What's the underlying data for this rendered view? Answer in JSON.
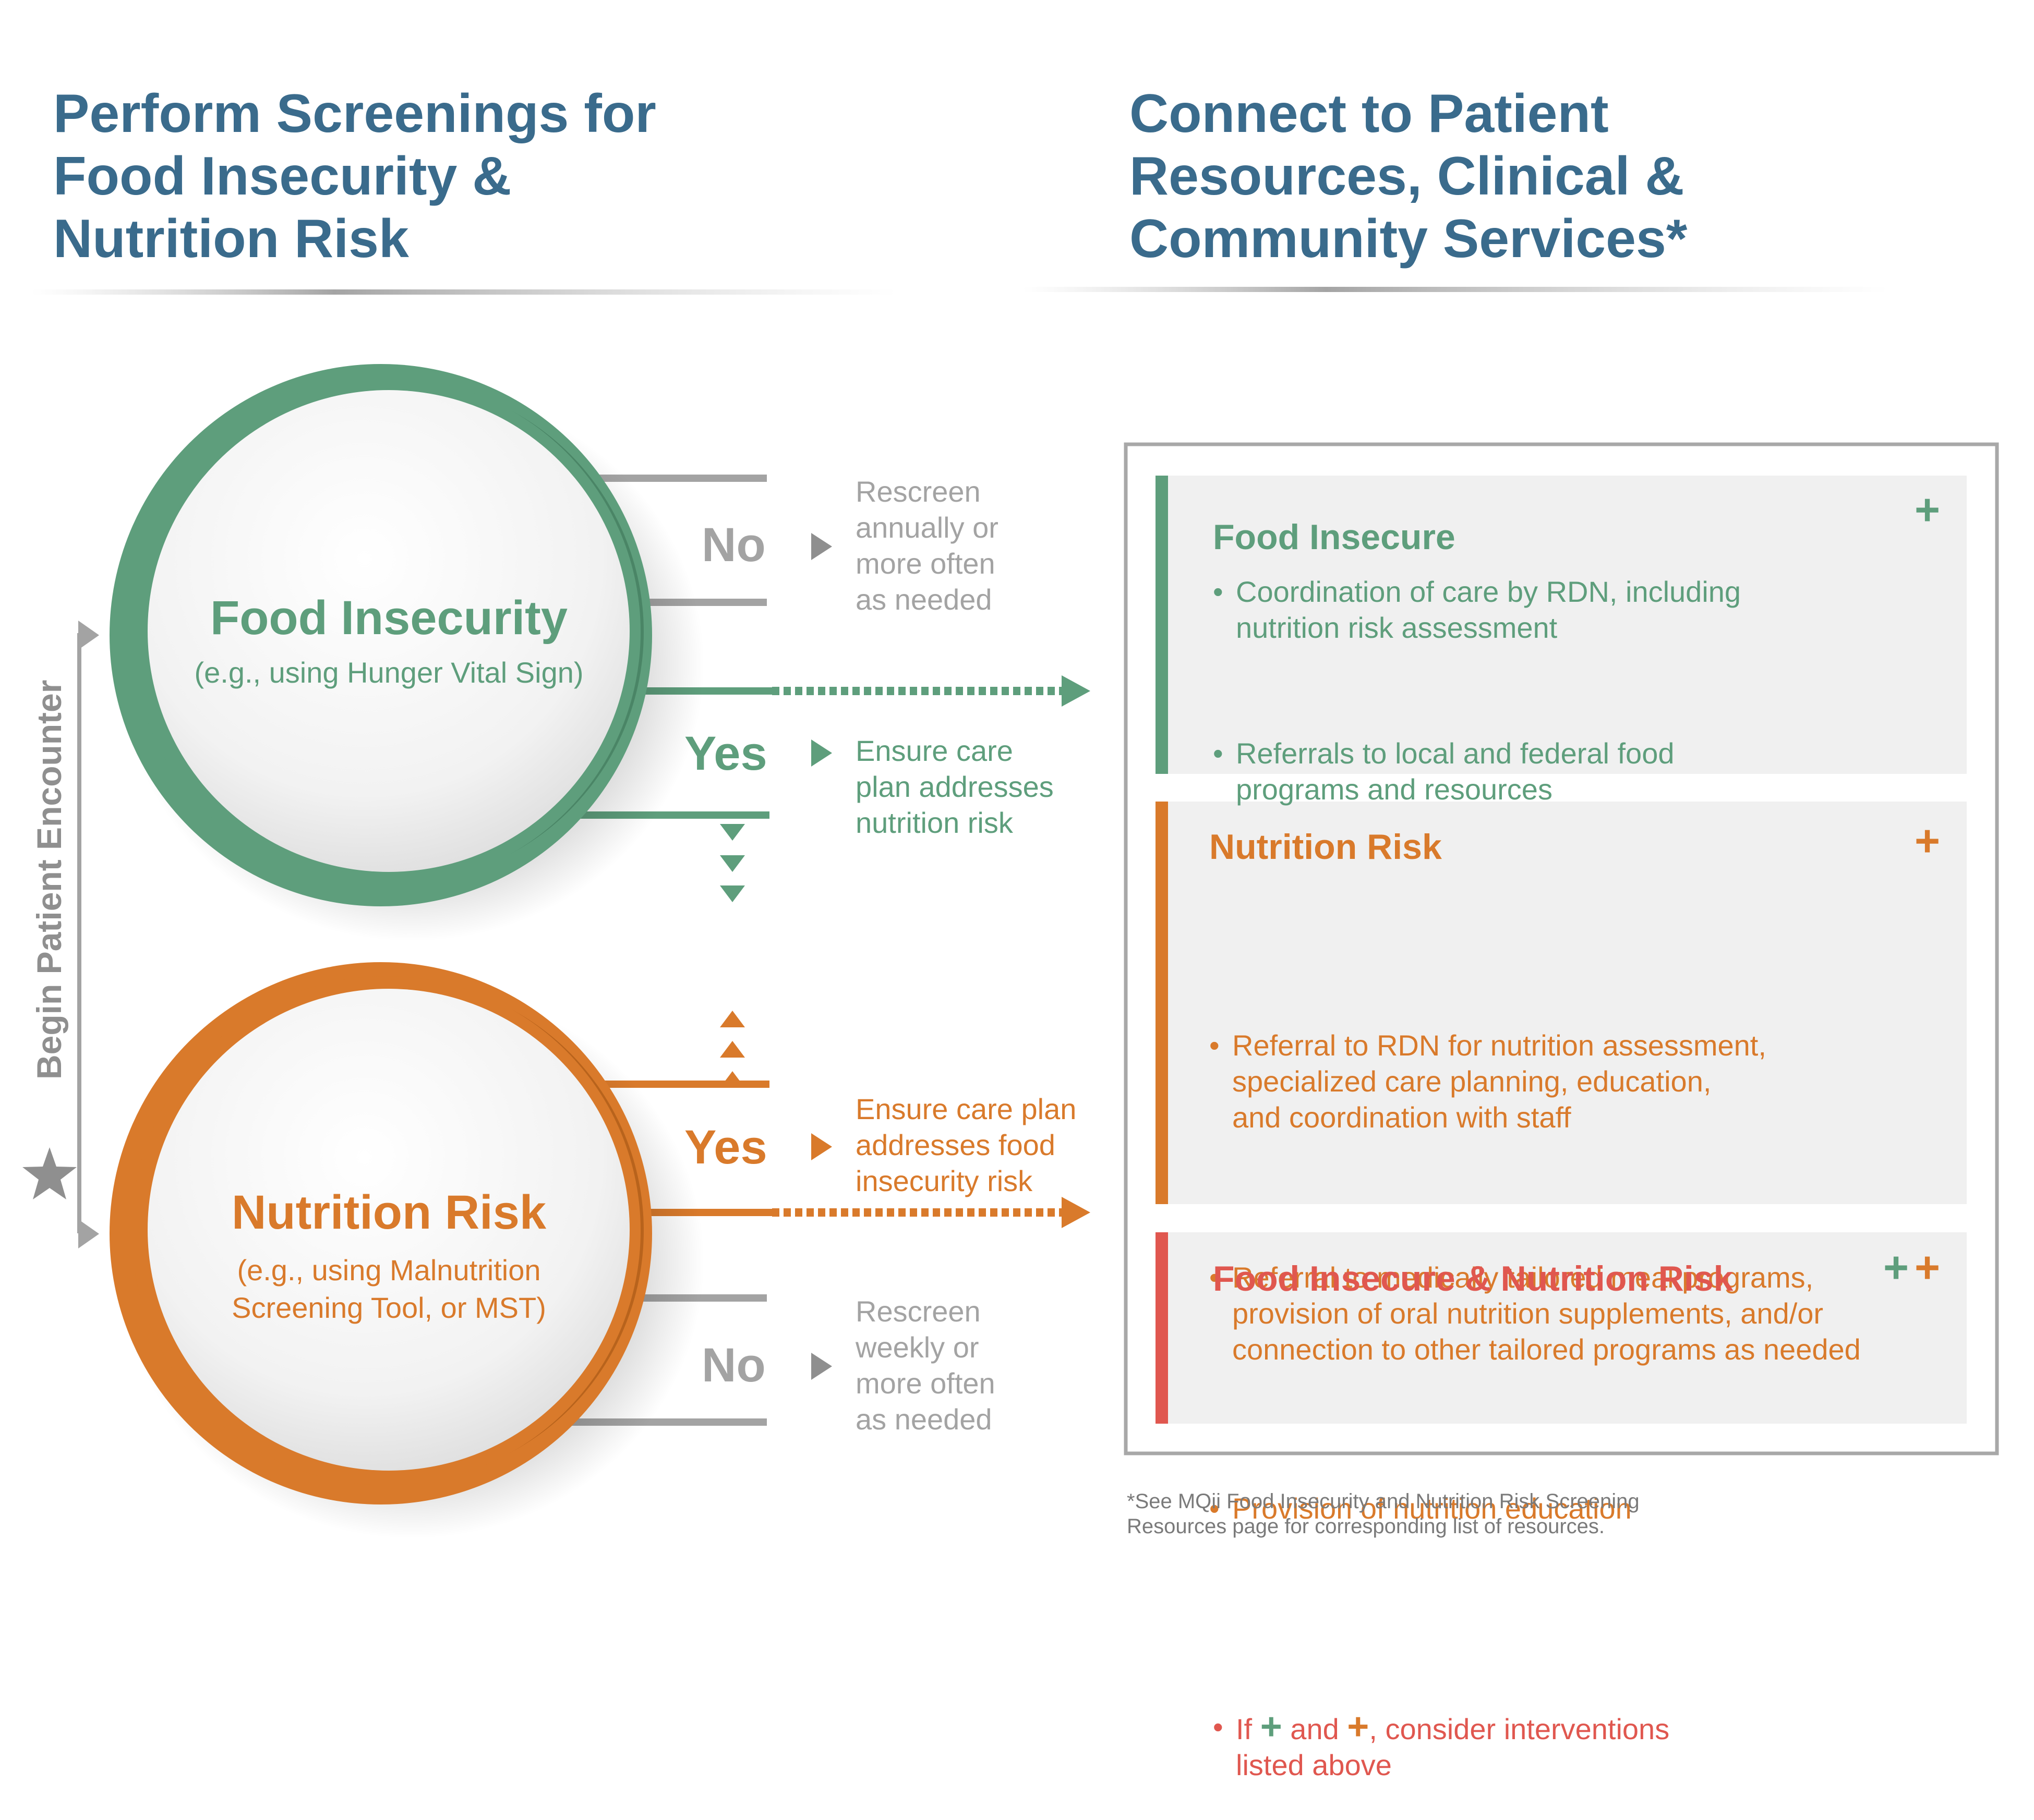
{
  "colors": {
    "heading": "#3a6b8c",
    "green": "#5e9e7c",
    "orange": "#d97a2b",
    "red": "#e0574f",
    "gray": "#a3a3a3",
    "panel": "#f0f0f0"
  },
  "left_header": {
    "lines": [
      "Perform Screenings for",
      "Food Insecurity &",
      "Nutrition Risk"
    ]
  },
  "right_header": {
    "lines": [
      "Connect to Patient",
      "Resources, Clinical &",
      "Community Services*"
    ]
  },
  "begin_label": "Begin Patient Encounter",
  "star_icon": "star-icon",
  "food_insecurity": {
    "title": "Food Insecurity",
    "subtitle": "(e.g., using Hunger Vital Sign)",
    "no_label": "No",
    "no_text": [
      "Rescreen",
      "annually or",
      "more often",
      "as needed"
    ],
    "yes_label": "Yes",
    "yes_text": [
      "Ensure care",
      "plan addresses",
      "nutrition risk"
    ]
  },
  "nutrition_risk": {
    "title": "Nutrition Risk",
    "subtitle": [
      "(e.g., using Malnutrition",
      "Screening Tool, or MST)"
    ],
    "yes_label": "Yes",
    "yes_text": [
      "Ensure care plan",
      "addresses food",
      "insecurity risk"
    ],
    "no_label": "No",
    "no_text": [
      "Rescreen",
      "weekly or",
      "more often",
      "as needed"
    ]
  },
  "boxes": {
    "food_insecure": {
      "title": "Food Insecure",
      "plus": "+",
      "bullets": [
        [
          "Coordination of care by RDN, including",
          "nutrition risk assessment"
        ],
        [
          "Referrals to local and federal food",
          "programs and resources"
        ]
      ]
    },
    "nutrition_risk": {
      "title": "Nutrition Risk",
      "plus": "+",
      "bullets": [
        [
          "Referral to RDN for nutrition assessment,",
          "specialized care planning, education,",
          "and coordination with staff"
        ],
        [
          "Referral to medically tailored meal programs,",
          "provision of oral nutrition supplements, and/or",
          "connection to other tailored programs as needed"
        ],
        [
          "Provision of nutrition education"
        ]
      ]
    },
    "both": {
      "title": "Food Insecure & Nutrition Risk",
      "plus_green": "+",
      "plus_orange": "+",
      "bullet_if": "If",
      "bullet_plus_green": "+",
      "bullet_and": "and",
      "bullet_plus_orange": "+",
      "bullet_rest": ", consider interventions",
      "bullet_line2": "listed above"
    }
  },
  "footnote": {
    "lines": [
      "*See MQii Food Insecurity and Nutrition Risk Screening",
      "Resources page for corresponding list of resources."
    ]
  }
}
